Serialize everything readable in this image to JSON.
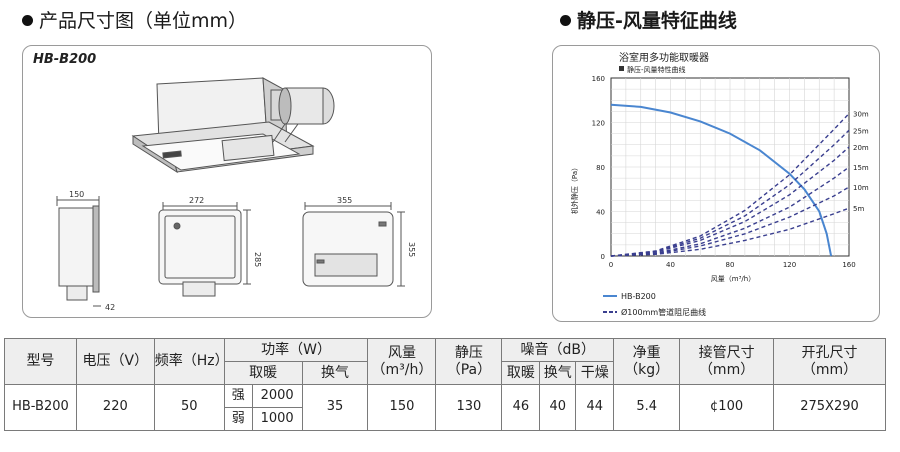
{
  "headings": {
    "dimensions": "产品尺寸图（单位mm）",
    "chart": "静压-风量特征曲线"
  },
  "drawing": {
    "model": "HB-B200",
    "dims": {
      "side_width": "150",
      "side_depth": "42",
      "mid_width": "272",
      "mid_height": "285",
      "front_width": "355",
      "front_height": "355"
    }
  },
  "chart_data": {
    "type": "line",
    "title": "浴室用多功能取暖器",
    "subtitle": "静压-风量特性曲线",
    "xlabel": "风量（m³/h）",
    "ylabel": "机外静压（Pa）",
    "xlim": [
      0,
      160
    ],
    "ylim": [
      0,
      160
    ],
    "xticks": [
      "0",
      "40",
      "80",
      "120",
      "160"
    ],
    "yticks": [
      "0",
      "40",
      "80",
      "120",
      "160"
    ],
    "grid": true,
    "legend_position": "bottom-left",
    "series": [
      {
        "name": "HB-B200",
        "color": "#4a86d0",
        "style": "solid",
        "x": [
          0,
          20,
          40,
          60,
          80,
          100,
          120,
          130,
          140,
          145,
          148
        ],
        "y": [
          136,
          134,
          129,
          121,
          110,
          95,
          74,
          60,
          40,
          20,
          0
        ]
      },
      {
        "name": "Ø100mm管道阻尼曲线",
        "color": "#3a3f8f",
        "style": "dashed",
        "curves": [
          {
            "label": "5m",
            "x": [
              0,
              30,
              60,
              90,
              120,
              150,
              160
            ],
            "y": [
              0,
              1.5,
              6,
              14,
              24,
              38,
              43
            ]
          },
          {
            "label": "10m",
            "x": [
              0,
              30,
              60,
              90,
              120,
              150,
              160
            ],
            "y": [
              0,
              2,
              9,
              20,
              35,
              54,
              62
            ]
          },
          {
            "label": "15m",
            "x": [
              0,
              30,
              60,
              90,
              120,
              150,
              160
            ],
            "y": [
              0,
              2.5,
              11,
              25,
              44,
              70,
              80
            ]
          },
          {
            "label": "20m",
            "x": [
              0,
              30,
              60,
              90,
              120,
              150,
              160
            ],
            "y": [
              0,
              3.5,
              14,
              31,
              55,
              86,
              98
            ]
          },
          {
            "label": "25m",
            "x": [
              0,
              30,
              60,
              90,
              120,
              150,
              160
            ],
            "y": [
              0,
              4,
              16,
              36,
              64,
              100,
              113
            ]
          },
          {
            "label": "30m",
            "x": [
              0,
              30,
              60,
              90,
              120,
              150,
              160
            ],
            "y": [
              0,
              4.5,
              18,
              41,
              73,
              114,
              128
            ]
          }
        ]
      }
    ]
  },
  "table": {
    "h_model": "型号",
    "h_voltage": "电压（V）",
    "h_freq": "频率（Hz）",
    "h_power": "功率（W）",
    "h_heat": "取暖",
    "h_vent": "换气",
    "h_airflow_line1": "风量",
    "h_airflow_line2": "（m³/h）",
    "h_pressure_line1": "静压",
    "h_pressure_line2": "（Pa）",
    "h_noise": "噪音（dB）",
    "h_noise_heat": "取暖",
    "h_noise_vent": "换气",
    "h_noise_dry": "干燥",
    "h_weight_line1": "净重",
    "h_weight_line2": "（kg）",
    "h_pipe_line1": "接管尺寸",
    "h_pipe_line2": "（mm）",
    "h_hole_line1": "开孔尺寸",
    "h_hole_line2": "（mm）",
    "row": {
      "model": "HB-B200",
      "voltage": "220",
      "freq": "50",
      "strong_label": "强",
      "strong_value": "2000",
      "weak_label": "弱",
      "weak_value": "1000",
      "vent_power": "35",
      "airflow": "150",
      "pressure": "130",
      "noise_heat": "46",
      "noise_vent": "40",
      "noise_dry": "44",
      "weight": "5.4",
      "pipe": "¢100",
      "hole": "275X290"
    }
  }
}
